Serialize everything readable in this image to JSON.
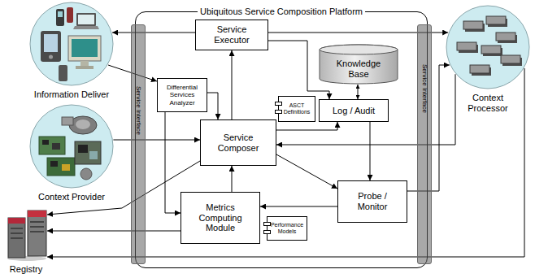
{
  "diagram": {
    "nodes": [
      {
        "text": [
          "Information Deliver"
        ]
      },
      {
        "text": [
          "Ubiquitous Service Composition Platform"
        ]
      },
      {
        "text": [
          "Service Interface"
        ],
        "in": 1
      },
      {
        "text": [
          "Service Interface"
        ],
        "in": 1
      },
      {
        "text": [
          "Service Executor"
        ],
        "in": 1
      },
      {
        "text": [
          "Knowledge Base"
        ],
        "in": 1
      },
      {
        "text": [
          "Differential Services Analyzer"
        ],
        "in": 1
      },
      {
        "text": [
          "ASCT Definitions"
        ],
        "in": 1
      },
      {
        "text": [
          "Log / Audit"
        ],
        "in": 1
      },
      {
        "text": [
          "Service Composer"
        ],
        "in": 1
      },
      {
        "text": [
          "Probe / Monitor"
        ],
        "in": 1
      },
      {
        "text": [
          "Metrics Computing Module"
        ],
        "in": 1
      },
      {
        "text": [
          "Performance Models"
        ],
        "in": 1
      },
      {
        "text": [
          "Context Provider"
        ]
      },
      {
        "text": [
          "Registry"
        ]
      },
      {
        "text": [
          "Context Processor"
        ]
      }
    ],
    "edges": [
      {
        "from": 4,
        "to": 0,
        "arrow": "to"
      },
      {
        "from": 4,
        "to": 15,
        "arrow": "to"
      },
      {
        "from": 0,
        "to": 6,
        "arrow": "to"
      },
      {
        "from": 13,
        "to": 9,
        "arrow": "to"
      },
      {
        "from": 9,
        "to": 14,
        "arrow": "to"
      },
      {
        "from": 6,
        "to": 9,
        "arrow": "to"
      },
      {
        "from": 6,
        "to": 11,
        "arrow": "to"
      },
      {
        "from": 9,
        "to": 4,
        "arrow": "to"
      },
      {
        "from": 4,
        "to": 8,
        "arrow": "to"
      },
      {
        "from": 9,
        "to": 8,
        "arrow": "to"
      },
      {
        "from": 5,
        "to": 8,
        "arrow": "both"
      },
      {
        "from": 8,
        "to": 10,
        "arrow": "to"
      },
      {
        "from": 9,
        "to": 10,
        "arrow": "to"
      },
      {
        "from": 10,
        "to": 15,
        "arrow": "to"
      },
      {
        "from": 15,
        "to": 9,
        "arrow": "to"
      },
      {
        "from": 10,
        "to": 11,
        "arrow": "to"
      },
      {
        "from": 11,
        "to": 9,
        "arrow": "to"
      },
      {
        "from": 11,
        "to": 14,
        "arrow": "to"
      },
      {
        "from": 15,
        "to": 14,
        "arrow": "to"
      }
    ]
  }
}
